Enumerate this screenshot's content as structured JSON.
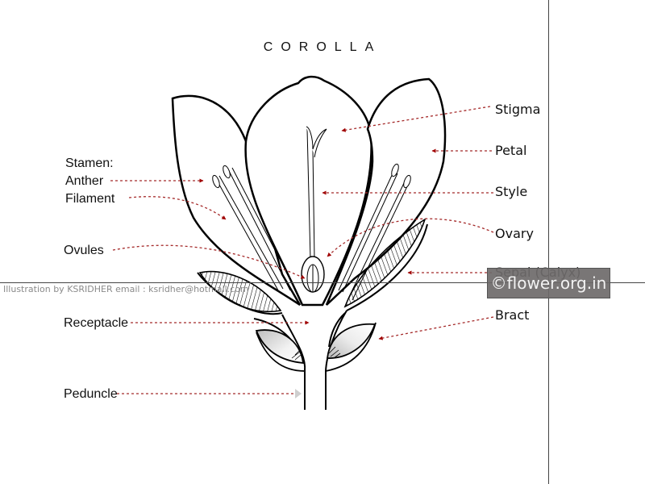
{
  "diagram": {
    "title": "COROLLA",
    "labels": {
      "stamen": "Stamen:",
      "anther": "Anther",
      "filament": "Filament",
      "ovules": "Ovules",
      "receptacle": "Receptacle",
      "peduncle": "Peduncle",
      "stigma": "Stigma",
      "petal": "Petal",
      "style": "Style",
      "ovary": "Ovary",
      "sepal": "Sepal (Calyx)",
      "bract": "Bract"
    },
    "credit": "Illustration by KSRIDHER email : ksridher@hotmail.com",
    "watermark": "©flower.org.in",
    "colors": {
      "leader_line": "#a52a2a",
      "arrowhead": "#a00000",
      "outline": "#000000",
      "watermark_bg": "#6e6a6a",
      "credit_text": "#8a8a8a"
    }
  }
}
